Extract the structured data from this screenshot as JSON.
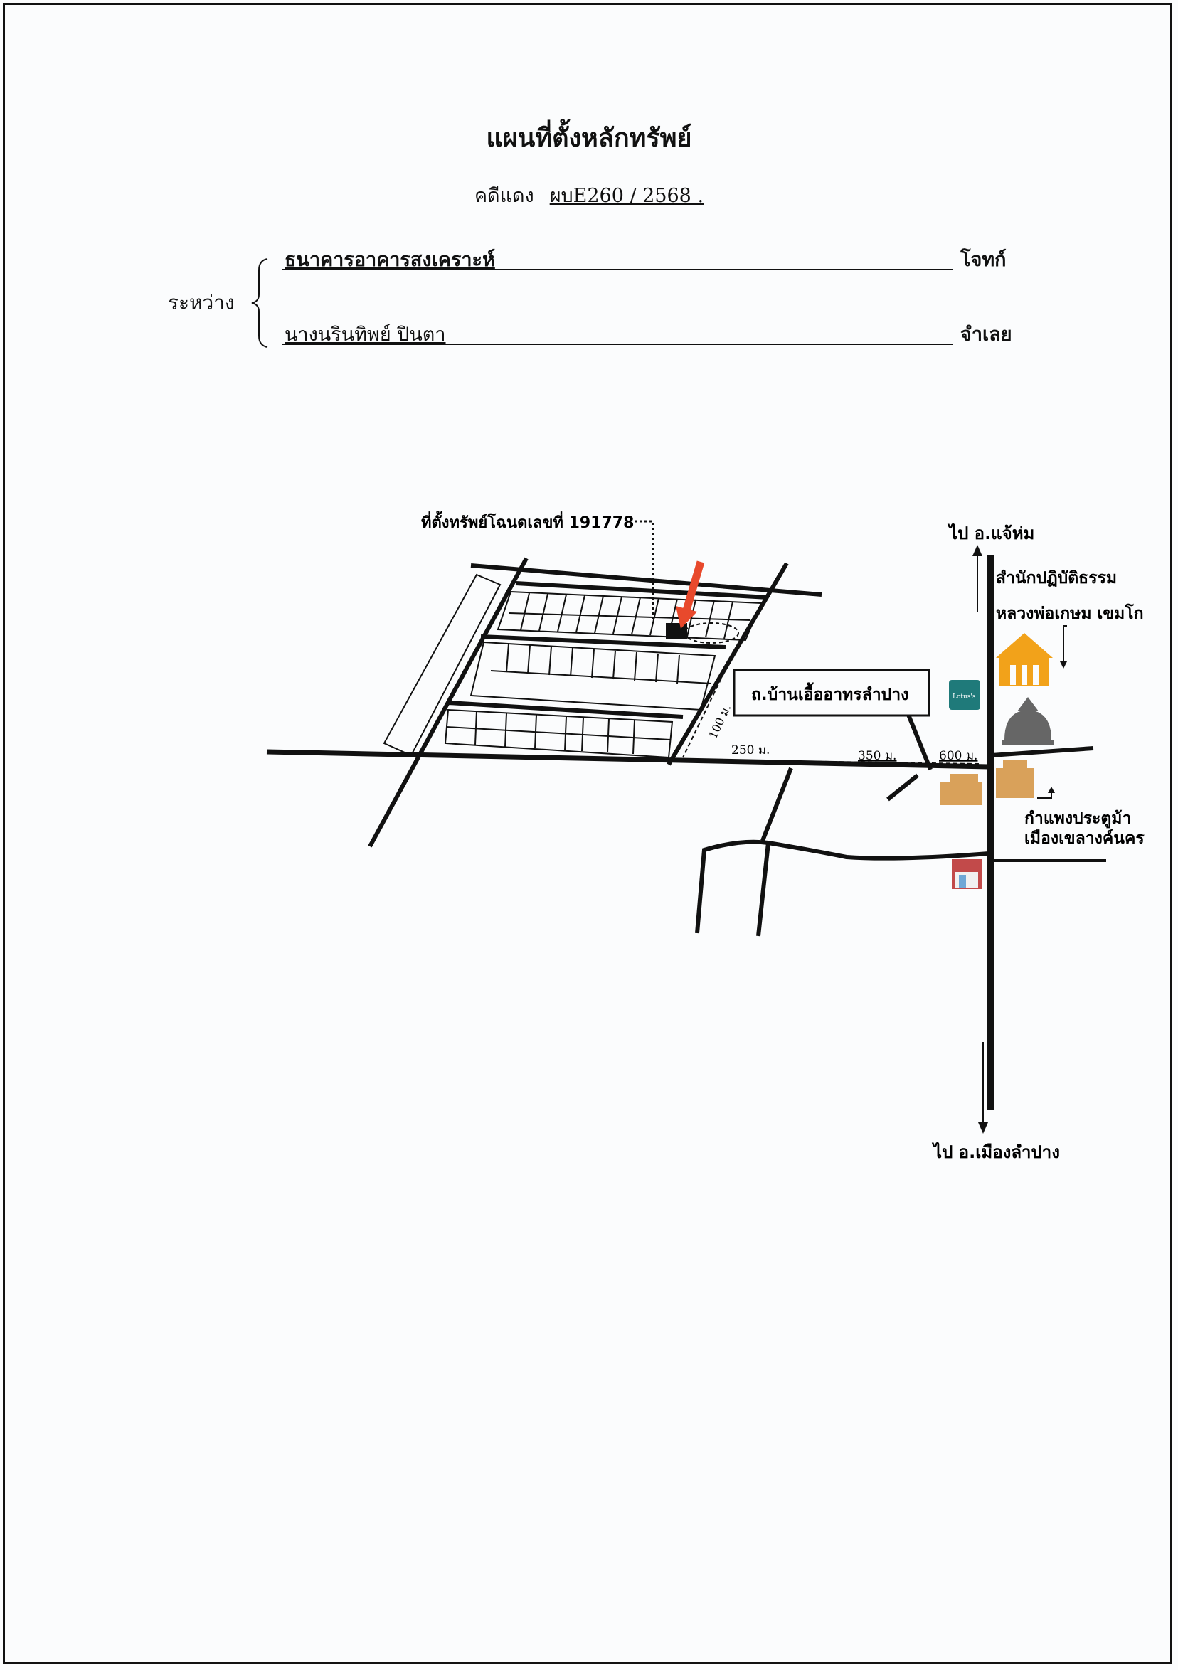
{
  "document": {
    "title": "แผนที่ตั้งหลักทรัพย์",
    "case_prefix": "คดีแดง",
    "case_number": "ผบE260 / 2568 .",
    "between_label": "ระหว่าง",
    "plaintiff_name": "ธนาคารอาคารสงเคราะห์",
    "plaintiff_role": "โจทก์",
    "defendant_name": "นางนรินทิพย์ ปินตา",
    "defendant_role": "จำเลย"
  },
  "map": {
    "property_label": "ที่ตั้งทรัพย์โฉนดเลขที่ 191778",
    "to_north": "ไป อ.แจ้ห่ม",
    "to_south": "ไป อ.เมืองลำปาง",
    "temple_label_1": "สำนักปฏิบัติธรรม",
    "temple_label_2": "หลวงพ่อเกษม เขมโก",
    "road_label": "ถ.บ้านเอื้ออาทรลำปาง",
    "store_label": "Lotus's",
    "wall_label_1": "กำแพงประตูม้า",
    "wall_label_2": "เมืองเขลางค์นคร",
    "dist_100": "100 ม.",
    "dist_250": "250 ม.",
    "dist_350": "350 ม.",
    "dist_600": "600 ม.",
    "colors": {
      "arrow": "#e8492c",
      "store": "#1f7a7a",
      "temple": "#f2a21a",
      "stupa": "#666666",
      "wall": "#d9a15a"
    }
  }
}
